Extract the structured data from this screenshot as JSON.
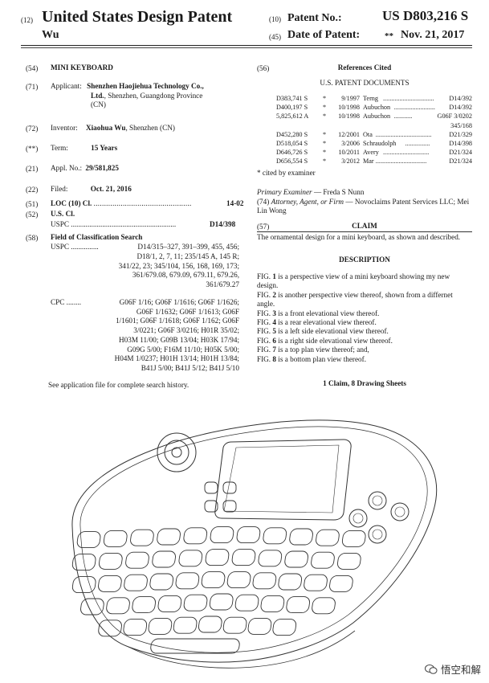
{
  "header": {
    "left_code": "(12)",
    "title": "United States Design Patent",
    "inventor_short": "Wu",
    "patent_no_code": "(10)",
    "patent_no_label": "Patent No.:",
    "patent_no": "US D803,216 S",
    "date_code": "(45)",
    "date_label": "Date of Patent:",
    "date_stars": "**",
    "date": "Nov. 21, 2017"
  },
  "left": {
    "f54": {
      "code": "(54)",
      "value": "MINI KEYBOARD"
    },
    "f71": {
      "code": "(71)",
      "label": "Applicant:",
      "name1": "Shenzhen Haojiehua Technology Co.,",
      "name2": "Ltd.",
      "loc": ", Shenzhen, Guangdong Province",
      "country": "(CN)"
    },
    "f72": {
      "code": "(72)",
      "label": "Inventor:",
      "name": "Xiaohua Wu",
      "loc": ", Shenzhen (CN)"
    },
    "f_term": {
      "code": "(**)",
      "label": "Term:",
      "value": "15 Years"
    },
    "f21": {
      "code": "(21)",
      "label": "Appl. No.:",
      "value": "29/581,825"
    },
    "f22": {
      "code": "(22)",
      "label": "Filed:",
      "value": "Oct. 21, 2016"
    },
    "f51": {
      "code": "(51)",
      "label": "LOC (10) Cl.",
      "dots": "...............................................",
      "value": "14-02"
    },
    "f52": {
      "code": "(52)",
      "label": "U.S. Cl.",
      "uspc_label": "USPC",
      "dots": ".........................................................",
      "value": "D14/398"
    },
    "f58": {
      "code": "(58)",
      "label": "Field of Classification Search",
      "uspc_label": "USPC ...............",
      "uspc_lines": [
        "D14/315–327, 391–399, 455, 456;",
        "D18/1, 2, 7, 11; 235/145 A, 145 R;",
        "341/22, 23; 345/104, 156, 168, 169, 173;",
        "361/679.08, 679.09, 679.11, 679.26,",
        "361/679.27"
      ],
      "cpc_label": "CPC ........",
      "cpc_lines": [
        "G06F 1/16; G06F 1/1616; G06F 1/1626;",
        "G06F 1/1632; G06F 1/1613; G06F",
        "1/1601; G06F 1/1618; G06F 1/162; G06F",
        "3/0221; G06F 3/0216; H01R 35/02;",
        "H03M 11/00; G09B 13/04; H03K 17/94;",
        "G09G 5/00; F16M 11/10; H05K 5/00;",
        "H04M 1/0237; H01H 13/14; H01H 13/84;",
        "B41J 5/00; B41J 5/12; B41J 5/10"
      ],
      "see": "See application file for complete search history."
    }
  },
  "right": {
    "f56": {
      "code": "(56)",
      "title": "References Cited",
      "subtitle": "U.S. PATENT DOCUMENTS"
    },
    "references": [
      {
        "no": "D383,741 S",
        "star": "*",
        "date": "9/1997",
        "name": "Terng",
        "dots": "...............................",
        "cls": "D14/392"
      },
      {
        "no": "D400,197 S",
        "star": "*",
        "date": "10/1998",
        "name": "Aubuchon",
        "dots": ".........................",
        "cls": "D14/392"
      },
      {
        "no": "5,825,612 A",
        "star": "*",
        "date": "10/1998",
        "name": "Aubuchon",
        "dots": "...........",
        "cls": "G06F 3/0202"
      },
      {
        "no": "",
        "star": "",
        "date": "",
        "name": "",
        "dots": "",
        "cls": "345/168"
      },
      {
        "no": "D452,280 S",
        "star": "*",
        "date": "12/2001",
        "name": "Ota",
        "dots": "..................................",
        "cls": "D21/329"
      },
      {
        "no": "D518,054 S",
        "star": "*",
        "date": "3/2006",
        "name": "Schraudolph",
        "dots": "...............",
        "cls": "D14/398"
      },
      {
        "no": "D646,726 S",
        "star": "*",
        "date": "10/2011",
        "name": "Avery",
        "dots": "............................",
        "cls": "D21/324"
      },
      {
        "no": "D656,554 S",
        "star": "*",
        "date": "3/2012",
        "name": "Mar",
        "dots": "...............................",
        "cls": "D21/324"
      }
    ],
    "cited": "* cited by examiner",
    "examiner_label": "Primary Examiner",
    "examiner": " — Freda S Nunn",
    "attorney_code": "(74)",
    "attorney_label": "Attorney, Agent, or Firm",
    "attorney": " — Novoclaims Patent Services LLC; Mei Lin Wong",
    "f57": {
      "code": "(57)",
      "title": "CLAIM"
    },
    "claim": "The ornamental design for a mini keyboard, as shown and described.",
    "desc_title": "DESCRIPTION",
    "figs": [
      {
        "fig": "FIG. ",
        "n": "1",
        "text": " is a perspective view of a mini keyboard showing my new design."
      },
      {
        "fig": "FIG. ",
        "n": "2",
        "text": " is another perspective view thereof, shown from a differnet angle."
      },
      {
        "fig": "FIG. ",
        "n": "3",
        "text": " is a front elevational view thereof."
      },
      {
        "fig": "FIG. ",
        "n": "4",
        "text": " is a rear elevational view thereof."
      },
      {
        "fig": "FIG. ",
        "n": "5",
        "text": " is a left side elevational view thereof."
      },
      {
        "fig": "FIG. ",
        "n": "6",
        "text": " is a right side elevational view thereof."
      },
      {
        "fig": "FIG. ",
        "n": "7",
        "text": " is a top plan view thereof; and,"
      },
      {
        "fig": "FIG. ",
        "n": "8",
        "text": " is a bottom plan view thereof."
      }
    ],
    "summary": "1 Claim, 8 Drawing Sheets"
  },
  "watermark": {
    "icon": "wechat-icon",
    "text": "悟空和解"
  }
}
